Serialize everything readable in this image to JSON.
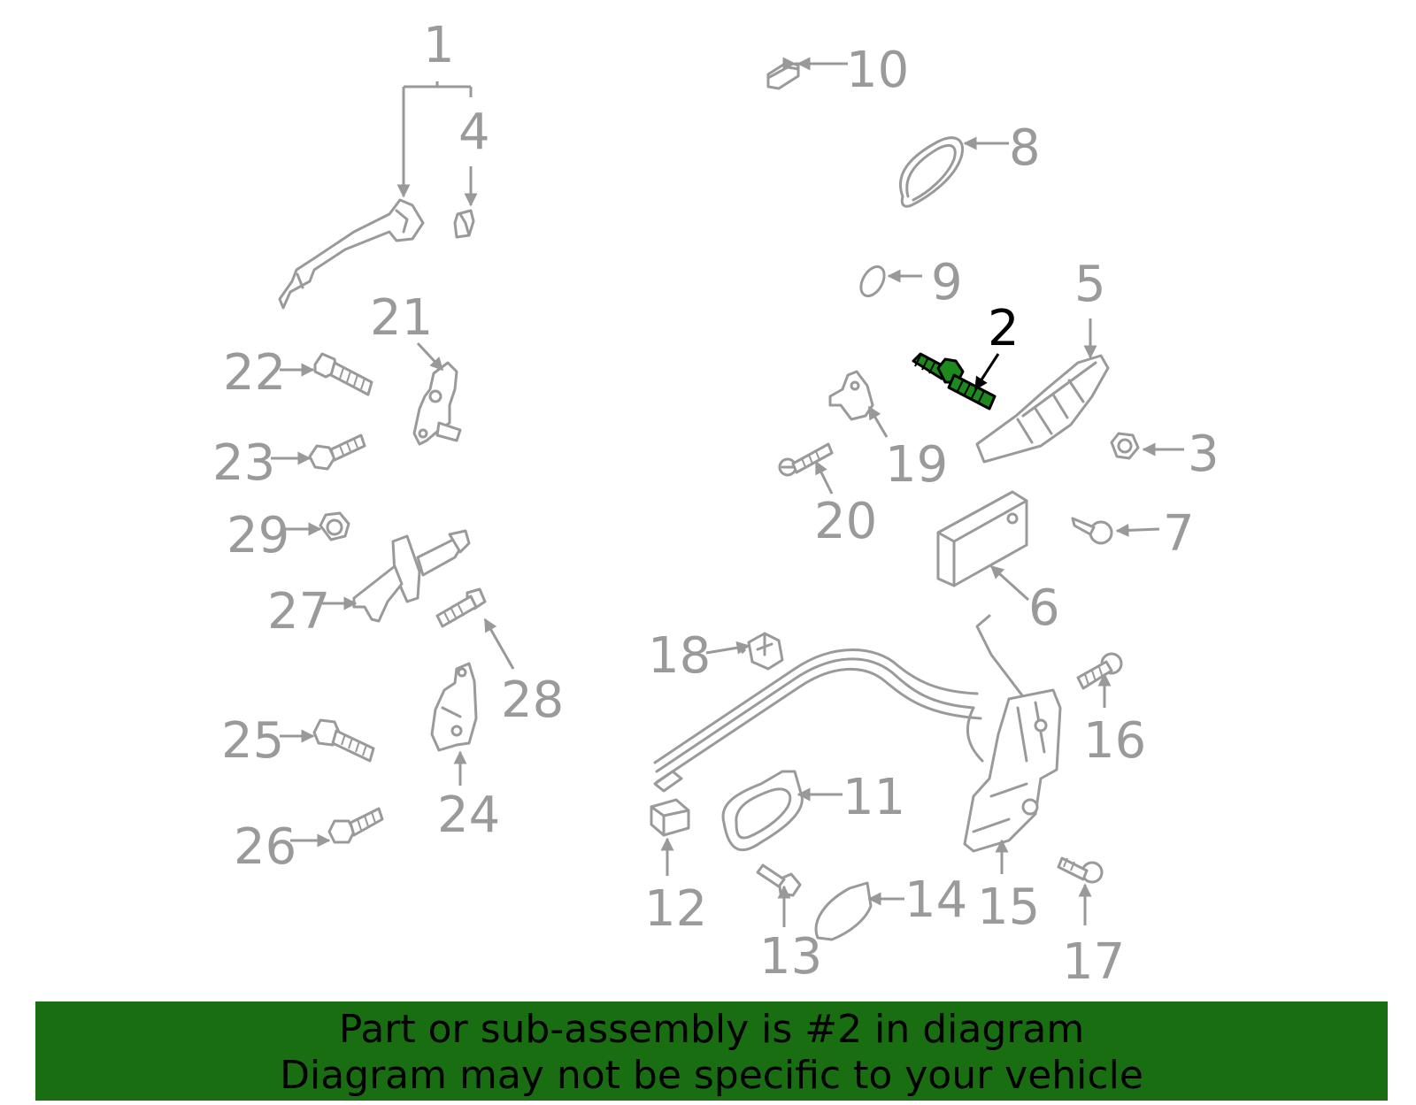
{
  "diagram": {
    "callouts": {
      "c1": "1",
      "c2": "2",
      "c3": "3",
      "c4": "4",
      "c5": "5",
      "c6": "6",
      "c7": "7",
      "c8": "8",
      "c9": "9",
      "c10": "10",
      "c11": "11",
      "c12": "12",
      "c13": "13",
      "c14": "14",
      "c15": "15",
      "c16": "16",
      "c17": "17",
      "c18": "18",
      "c19": "19",
      "c20": "20",
      "c21": "21",
      "c22": "22",
      "c23": "23",
      "c24": "24",
      "c25": "25",
      "c26": "26",
      "c27": "27",
      "c28": "28",
      "c29": "29"
    },
    "highlighted_part": "2",
    "colors": {
      "highlight_fill": "#1e8a1e",
      "part_stroke": "#9a9a9a",
      "banner_background": "#1a6e12"
    }
  },
  "footer": {
    "line1": "Part or sub-assembly is #2 in diagram",
    "line2": "Diagram may not be specific to your vehicle"
  }
}
